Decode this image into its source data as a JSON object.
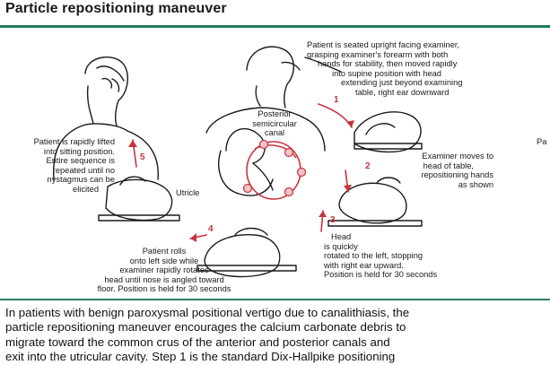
{
  "header": {
    "title": "Particle repositioning maneuver"
  },
  "figure": {
    "labels": {
      "seated": [
        "Patient is seated upright facing examiner,",
        "grasping examiner's forearm with both",
        "hands for stability, then moved rapidly",
        "into supine position with head",
        "extending just beyond examining",
        "table, right ear downward"
      ],
      "canal": [
        "Posterior",
        "semicircular",
        "canal"
      ],
      "utricle": "Utricle",
      "examiner": [
        "Examiner moves to",
        "head of table,",
        "repositioning hands",
        "as shown"
      ],
      "head": [
        "Head",
        "is quickly",
        "rotated to the left, stopping",
        "with right ear upward.",
        "Position is held for 30 seconds"
      ],
      "rolls": [
        "Patient rolls",
        "onto left side while",
        "examiner rapidly rotates",
        "head until nose is angled toward",
        "floor. Position is held for 30 seconds"
      ],
      "lifted": [
        "Patient is rapidly lifted",
        "into sitting position.",
        "Entire sequence is",
        "repeated until no",
        "nystagmus can be",
        "elicited"
      ],
      "edge": "Pa"
    },
    "steps": [
      "1",
      "2",
      "3",
      "4",
      "5"
    ],
    "colors": {
      "accent": "#c8323c",
      "rule": "#1f7a61"
    }
  },
  "caption": {
    "lines": [
      "In patients with benign paroxysmal positional vertigo due to canalithiasis, the",
      "particle repositioning maneuver encourages the calcium carbonate debris to",
      "migrate toward the common crus of the anterior and posterior canals and",
      "exit into the utricular cavity. Step 1 is the standard Dix-Hallpike positioning"
    ]
  }
}
